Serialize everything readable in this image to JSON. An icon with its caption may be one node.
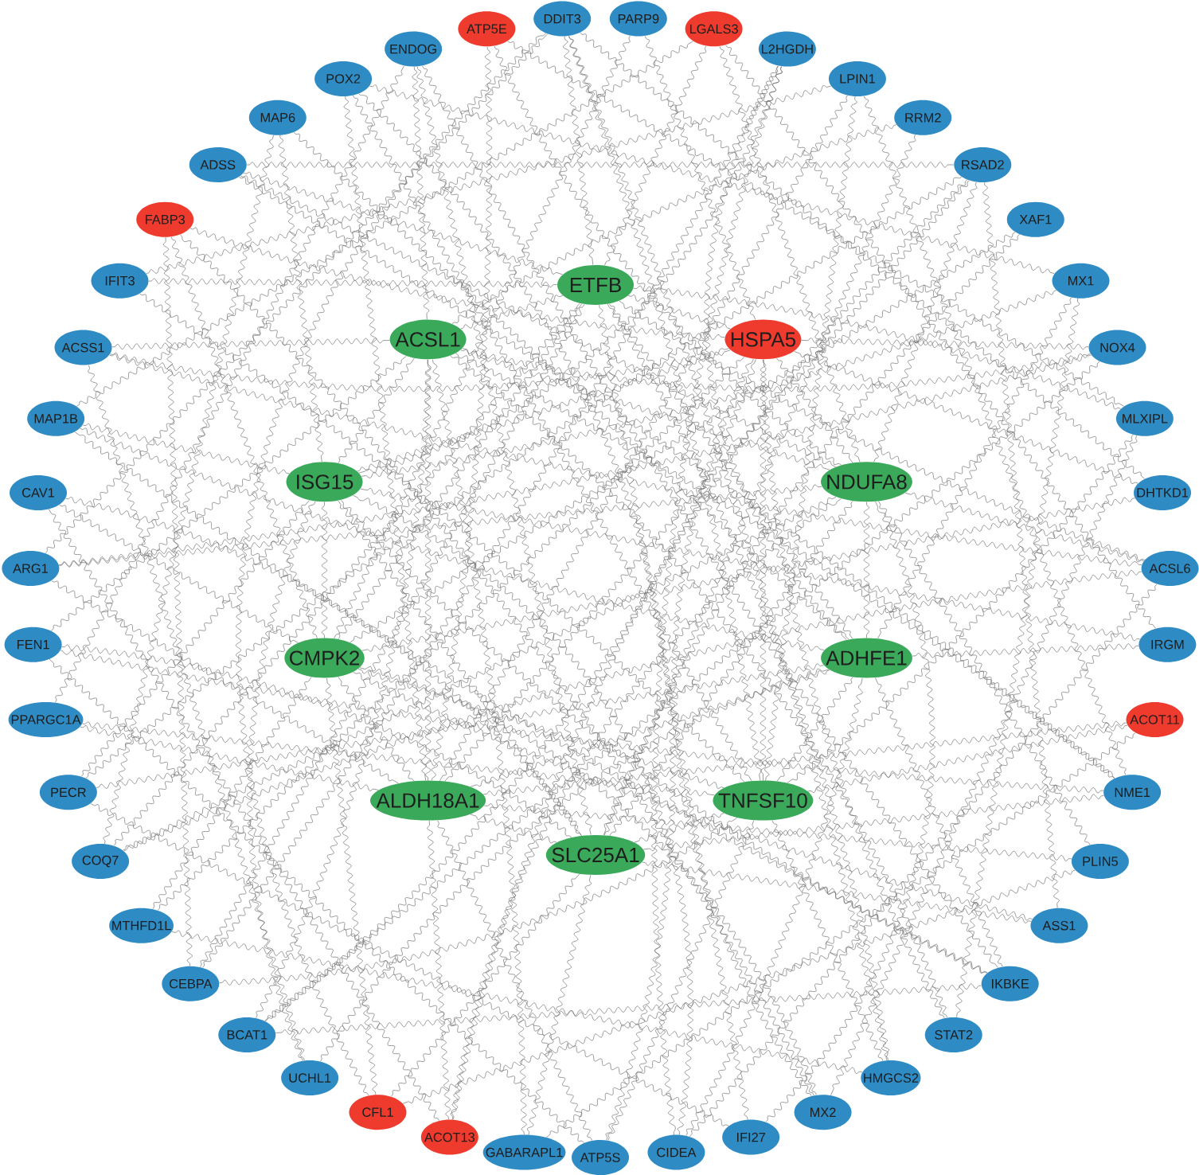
{
  "diagram": {
    "nodes": [
      {
        "text": [
          "DDIT3"
        ]
      },
      {
        "text": [
          "PARP9"
        ]
      },
      {
        "text": [
          "LGALS3"
        ]
      },
      {
        "text": [
          "L2HGDH"
        ]
      },
      {
        "text": [
          "LPIN1"
        ]
      },
      {
        "text": [
          "RRM2"
        ]
      },
      {
        "text": [
          "RSAD2"
        ]
      },
      {
        "text": [
          "XAF1"
        ]
      },
      {
        "text": [
          "MX1"
        ]
      },
      {
        "text": [
          "NOX4"
        ]
      },
      {
        "text": [
          "MLXIPL"
        ]
      },
      {
        "text": [
          "DHTKD1"
        ]
      },
      {
        "text": [
          "ACSL6"
        ]
      },
      {
        "text": [
          "IRGM"
        ]
      },
      {
        "text": [
          "ACOT11"
        ]
      },
      {
        "text": [
          "NME1"
        ]
      },
      {
        "text": [
          "PLIN5"
        ]
      },
      {
        "text": [
          "ASS1"
        ]
      },
      {
        "text": [
          "IKBKE"
        ]
      },
      {
        "text": [
          "STAT2"
        ]
      },
      {
        "text": [
          "HMGCS2"
        ]
      },
      {
        "text": [
          "MX2"
        ]
      },
      {
        "text": [
          "IFI27"
        ]
      },
      {
        "text": [
          "CIDEA"
        ]
      },
      {
        "text": [
          "ATP5S"
        ]
      },
      {
        "text": [
          "GABARAPL1"
        ]
      },
      {
        "text": [
          "ACOT13"
        ]
      },
      {
        "text": [
          "CFL1"
        ]
      },
      {
        "text": [
          "UCHL1"
        ]
      },
      {
        "text": [
          "BCAT1"
        ]
      },
      {
        "text": [
          "CEBPA"
        ]
      },
      {
        "text": [
          "MTHFD1L"
        ]
      },
      {
        "text": [
          "COQ7"
        ]
      },
      {
        "text": [
          "PECR"
        ]
      },
      {
        "text": [
          "PPARGC1A"
        ]
      },
      {
        "text": [
          "FEN1"
        ]
      },
      {
        "text": [
          "ARG1"
        ]
      },
      {
        "text": [
          "CAV1"
        ]
      },
      {
        "text": [
          "MAP1B"
        ]
      },
      {
        "text": [
          "ACSS1"
        ]
      },
      {
        "text": [
          "IFIT3"
        ]
      },
      {
        "text": [
          "FABP3"
        ]
      },
      {
        "text": [
          "ADSS"
        ]
      },
      {
        "text": [
          "MAP6"
        ]
      },
      {
        "text": [
          "POX2"
        ]
      },
      {
        "text": [
          "ENDOG"
        ]
      },
      {
        "text": [
          "ATP5E"
        ]
      },
      {
        "text": [
          "ETFB"
        ]
      },
      {
        "text": [
          "HSPA5"
        ]
      },
      {
        "text": [
          "NDUFA8"
        ]
      },
      {
        "text": [
          "ADHFE1"
        ]
      },
      {
        "text": [
          "TNFSF10"
        ]
      },
      {
        "text": [
          "SLC25A1"
        ]
      },
      {
        "text": [
          "ALDH18A1"
        ]
      },
      {
        "text": [
          "CMPK2"
        ]
      },
      {
        "text": [
          "ISG15"
        ]
      },
      {
        "text": [
          "ACSL1"
        ]
      }
    ],
    "edges": [
      {
        "from": 0,
        "to": 47,
        "arrow": "none"
      },
      {
        "from": 1,
        "to": 48,
        "arrow": "none"
      },
      {
        "from": 2,
        "to": 49,
        "arrow": "none"
      },
      {
        "from": 3,
        "to": 50,
        "arrow": "none"
      },
      {
        "from": 4,
        "to": 51,
        "arrow": "none"
      },
      {
        "from": 5,
        "to": 52,
        "arrow": "none"
      },
      {
        "from": 6,
        "to": 53,
        "arrow": "none"
      },
      {
        "from": 7,
        "to": 54,
        "arrow": "none"
      },
      {
        "from": 8,
        "to": 55,
        "arrow": "none"
      },
      {
        "from": 9,
        "to": 56,
        "arrow": "none"
      },
      {
        "from": 10,
        "to": 47,
        "arrow": "none"
      },
      {
        "from": 11,
        "to": 48,
        "arrow": "none"
      },
      {
        "from": 12,
        "to": 49,
        "arrow": "none"
      },
      {
        "from": 13,
        "to": 50,
        "arrow": "none"
      },
      {
        "from": 14,
        "to": 51,
        "arrow": "none"
      },
      {
        "from": 15,
        "to": 52,
        "arrow": "none"
      },
      {
        "from": 16,
        "to": 53,
        "arrow": "none"
      },
      {
        "from": 17,
        "to": 54,
        "arrow": "none"
      },
      {
        "from": 18,
        "to": 55,
        "arrow": "none"
      },
      {
        "from": 19,
        "to": 56,
        "arrow": "none"
      },
      {
        "from": 20,
        "to": 47,
        "arrow": "none"
      },
      {
        "from": 21,
        "to": 48,
        "arrow": "none"
      },
      {
        "from": 22,
        "to": 49,
        "arrow": "none"
      },
      {
        "from": 23,
        "to": 50,
        "arrow": "none"
      },
      {
        "from": 24,
        "to": 51,
        "arrow": "none"
      },
      {
        "from": 25,
        "to": 52,
        "arrow": "none"
      },
      {
        "from": 26,
        "to": 53,
        "arrow": "none"
      },
      {
        "from": 27,
        "to": 54,
        "arrow": "none"
      },
      {
        "from": 28,
        "to": 55,
        "arrow": "none"
      },
      {
        "from": 29,
        "to": 56,
        "arrow": "none"
      },
      {
        "from": 30,
        "to": 47,
        "arrow": "none"
      },
      {
        "from": 31,
        "to": 48,
        "arrow": "none"
      },
      {
        "from": 32,
        "to": 49,
        "arrow": "none"
      },
      {
        "from": 33,
        "to": 50,
        "arrow": "none"
      },
      {
        "from": 34,
        "to": 51,
        "arrow": "none"
      },
      {
        "from": 35,
        "to": 52,
        "arrow": "none"
      },
      {
        "from": 36,
        "to": 53,
        "arrow": "none"
      },
      {
        "from": 37,
        "to": 54,
        "arrow": "none"
      },
      {
        "from": 38,
        "to": 55,
        "arrow": "none"
      },
      {
        "from": 39,
        "to": 56,
        "arrow": "none"
      },
      {
        "from": 40,
        "to": 47,
        "arrow": "none"
      },
      {
        "from": 41,
        "to": 48,
        "arrow": "none"
      },
      {
        "from": 42,
        "to": 49,
        "arrow": "none"
      },
      {
        "from": 43,
        "to": 50,
        "arrow": "none"
      },
      {
        "from": 44,
        "to": 51,
        "arrow": "none"
      },
      {
        "from": 45,
        "to": 52,
        "arrow": "none"
      },
      {
        "from": 46,
        "to": 53,
        "arrow": "none"
      },
      {
        "from": 0,
        "to": 51,
        "arrow": "none"
      },
      {
        "from": 1,
        "to": 54,
        "arrow": "none"
      },
      {
        "from": 2,
        "to": 47,
        "arrow": "none"
      },
      {
        "from": 3,
        "to": 55,
        "arrow": "none"
      },
      {
        "from": 4,
        "to": 53,
        "arrow": "none"
      },
      {
        "from": 5,
        "to": 56,
        "arrow": "none"
      },
      {
        "from": 6,
        "to": 49,
        "arrow": "none"
      },
      {
        "from": 7,
        "to": 52,
        "arrow": "none"
      },
      {
        "from": 8,
        "to": 50,
        "arrow": "none"
      },
      {
        "from": 9,
        "to": 48,
        "arrow": "none"
      },
      {
        "from": 10,
        "to": 51,
        "arrow": "none"
      },
      {
        "from": 11,
        "to": 54,
        "arrow": "none"
      },
      {
        "from": 12,
        "to": 47,
        "arrow": "none"
      },
      {
        "from": 13,
        "to": 55,
        "arrow": "none"
      },
      {
        "from": 14,
        "to": 53,
        "arrow": "none"
      },
      {
        "from": 15,
        "to": 56,
        "arrow": "none"
      },
      {
        "from": 16,
        "to": 49,
        "arrow": "none"
      },
      {
        "from": 17,
        "to": 52,
        "arrow": "none"
      },
      {
        "from": 18,
        "to": 50,
        "arrow": "none"
      },
      {
        "from": 19,
        "to": 48,
        "arrow": "none"
      },
      {
        "from": 20,
        "to": 51,
        "arrow": "none"
      },
      {
        "from": 21,
        "to": 54,
        "arrow": "none"
      },
      {
        "from": 22,
        "to": 47,
        "arrow": "none"
      },
      {
        "from": 23,
        "to": 55,
        "arrow": "none"
      },
      {
        "from": 24,
        "to": 53,
        "arrow": "none"
      },
      {
        "from": 25,
        "to": 56,
        "arrow": "none"
      },
      {
        "from": 26,
        "to": 49,
        "arrow": "none"
      },
      {
        "from": 27,
        "to": 52,
        "arrow": "none"
      },
      {
        "from": 28,
        "to": 50,
        "arrow": "none"
      },
      {
        "from": 29,
        "to": 48,
        "arrow": "none"
      },
      {
        "from": 30,
        "to": 51,
        "arrow": "none"
      },
      {
        "from": 31,
        "to": 54,
        "arrow": "none"
      },
      {
        "from": 32,
        "to": 47,
        "arrow": "none"
      },
      {
        "from": 33,
        "to": 55,
        "arrow": "none"
      },
      {
        "from": 34,
        "to": 53,
        "arrow": "none"
      },
      {
        "from": 35,
        "to": 56,
        "arrow": "none"
      },
      {
        "from": 36,
        "to": 49,
        "arrow": "none"
      },
      {
        "from": 37,
        "to": 52,
        "arrow": "none"
      },
      {
        "from": 38,
        "to": 50,
        "arrow": "none"
      },
      {
        "from": 39,
        "to": 48,
        "arrow": "none"
      },
      {
        "from": 40,
        "to": 51,
        "arrow": "none"
      },
      {
        "from": 41,
        "to": 54,
        "arrow": "none"
      },
      {
        "from": 42,
        "to": 47,
        "arrow": "none"
      },
      {
        "from": 43,
        "to": 55,
        "arrow": "none"
      },
      {
        "from": 44,
        "to": 53,
        "arrow": "none"
      },
      {
        "from": 45,
        "to": 56,
        "arrow": "none"
      },
      {
        "from": 46,
        "to": 49,
        "arrow": "none"
      },
      {
        "from": 0,
        "to": 11,
        "arrow": "none"
      },
      {
        "from": 2,
        "to": 13,
        "arrow": "none"
      },
      {
        "from": 4,
        "to": 15,
        "arrow": "none"
      },
      {
        "from": 6,
        "to": 17,
        "arrow": "none"
      },
      {
        "from": 8,
        "to": 19,
        "arrow": "none"
      },
      {
        "from": 10,
        "to": 21,
        "arrow": "none"
      },
      {
        "from": 12,
        "to": 23,
        "arrow": "none"
      },
      {
        "from": 14,
        "to": 25,
        "arrow": "none"
      },
      {
        "from": 16,
        "to": 27,
        "arrow": "none"
      },
      {
        "from": 18,
        "to": 29,
        "arrow": "none"
      },
      {
        "from": 20,
        "to": 31,
        "arrow": "none"
      },
      {
        "from": 22,
        "to": 33,
        "arrow": "none"
      },
      {
        "from": 24,
        "to": 35,
        "arrow": "none"
      },
      {
        "from": 26,
        "to": 37,
        "arrow": "none"
      },
      {
        "from": 28,
        "to": 39,
        "arrow": "none"
      },
      {
        "from": 30,
        "to": 41,
        "arrow": "none"
      },
      {
        "from": 32,
        "to": 43,
        "arrow": "none"
      },
      {
        "from": 34,
        "to": 45,
        "arrow": "none"
      },
      {
        "from": 36,
        "to": 0,
        "arrow": "none"
      },
      {
        "from": 38,
        "to": 2,
        "arrow": "none"
      },
      {
        "from": 40,
        "to": 4,
        "arrow": "none"
      },
      {
        "from": 42,
        "to": 6,
        "arrow": "none"
      },
      {
        "from": 44,
        "to": 8,
        "arrow": "none"
      },
      {
        "from": 46,
        "to": 10,
        "arrow": "none"
      },
      {
        "from": 0,
        "to": 20,
        "arrow": "none"
      },
      {
        "from": 3,
        "to": 23,
        "arrow": "none"
      },
      {
        "from": 6,
        "to": 26,
        "arrow": "none"
      },
      {
        "from": 9,
        "to": 29,
        "arrow": "none"
      },
      {
        "from": 12,
        "to": 32,
        "arrow": "none"
      },
      {
        "from": 15,
        "to": 35,
        "arrow": "none"
      },
      {
        "from": 18,
        "to": 38,
        "arrow": "none"
      },
      {
        "from": 21,
        "to": 41,
        "arrow": "none"
      },
      {
        "from": 24,
        "to": 44,
        "arrow": "none"
      },
      {
        "from": 27,
        "to": 0,
        "arrow": "none"
      },
      {
        "from": 30,
        "to": 3,
        "arrow": "none"
      },
      {
        "from": 33,
        "to": 6,
        "arrow": "none"
      },
      {
        "from": 36,
        "to": 9,
        "arrow": "none"
      },
      {
        "from": 39,
        "to": 12,
        "arrow": "none"
      },
      {
        "from": 42,
        "to": 15,
        "arrow": "none"
      },
      {
        "from": 45,
        "to": 18,
        "arrow": "none"
      },
      {
        "from": 47,
        "to": 48,
        "arrow": "none"
      },
      {
        "from": 48,
        "to": 49,
        "arrow": "none"
      },
      {
        "from": 49,
        "to": 50,
        "arrow": "none"
      },
      {
        "from": 50,
        "to": 51,
        "arrow": "none"
      },
      {
        "from": 51,
        "to": 52,
        "arrow": "none"
      },
      {
        "from": 52,
        "to": 53,
        "arrow": "none"
      },
      {
        "from": 53,
        "to": 54,
        "arrow": "none"
      },
      {
        "from": 54,
        "to": 55,
        "arrow": "none"
      },
      {
        "from": 55,
        "to": 56,
        "arrow": "none"
      },
      {
        "from": 56,
        "to": 47,
        "arrow": "none"
      },
      {
        "from": 47,
        "to": 50,
        "arrow": "none"
      },
      {
        "from": 48,
        "to": 51,
        "arrow": "none"
      },
      {
        "from": 49,
        "to": 52,
        "arrow": "none"
      },
      {
        "from": 50,
        "to": 53,
        "arrow": "none"
      },
      {
        "from": 51,
        "to": 54,
        "arrow": "none"
      },
      {
        "from": 52,
        "to": 55,
        "arrow": "none"
      },
      {
        "from": 53,
        "to": 56,
        "arrow": "none"
      },
      {
        "from": 54,
        "to": 47,
        "arrow": "none"
      },
      {
        "from": 55,
        "to": 48,
        "arrow": "none"
      },
      {
        "from": 56,
        "to": 49,
        "arrow": "none"
      }
    ]
  }
}
